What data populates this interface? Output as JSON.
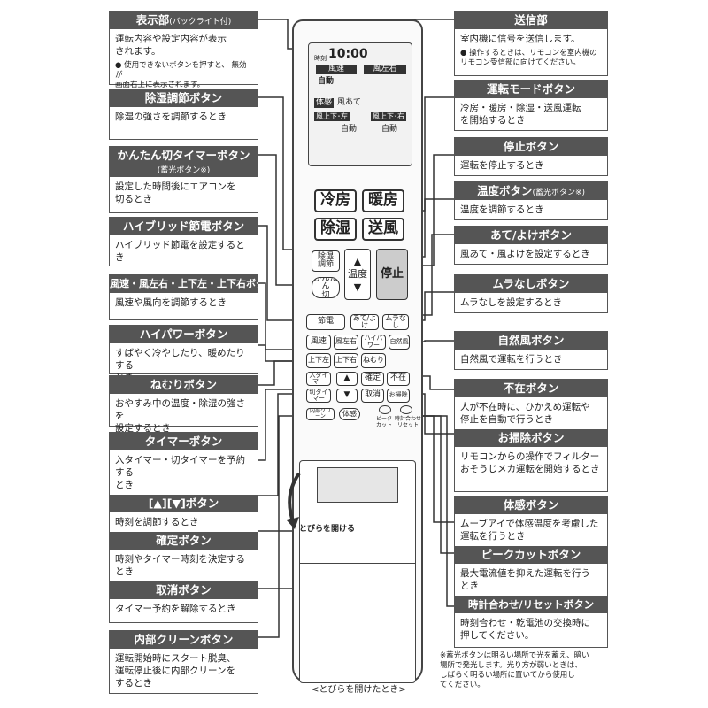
{
  "cards": {
    "display": {
      "title": "表示部",
      "title_sub": "(バックライト付)",
      "body": "運転内容や設定内容が表示\nされます。",
      "note": "● 使用できないボタンを押すと、 無効 が\n   画面右上に表示されます。"
    },
    "dehum": {
      "title": "除湿調節ボタン",
      "body": "除湿の強さを調節するとき"
    },
    "easyoff": {
      "title": "かんたん切タイマーボタン",
      "title_sub": "(蓄光ボタン※)",
      "body": "設定した時間後にエアコンを\n切るとき"
    },
    "hybrid": {
      "title": "ハイブリッド節電ボタン",
      "body": "ハイブリッド節電を設定するとき"
    },
    "fan": {
      "title": "風速・風左右・上下左・上下右ボタン",
      "body": "風速や風向を調節するとき"
    },
    "hipower": {
      "title": "ハイパワーボタン",
      "body": "すばやく冷やしたり、暖めたりする\nとき"
    },
    "sleep": {
      "title": "ねむりボタン",
      "body": "おやすみ中の温度・除湿の強さを\n設定するとき"
    },
    "timer": {
      "title": "タイマーボタン",
      "body": "入タイマー・切タイマーを予約する\nとき"
    },
    "updown": {
      "title": "[▲][▼]ボタン",
      "body": "時刻を調節するとき"
    },
    "confirm": {
      "title": "確定ボタン",
      "body": "時刻やタイマー時刻を決定するとき"
    },
    "cancel": {
      "title": "取消ボタン",
      "body": "タイマー予約を解除するとき"
    },
    "clean": {
      "title": "内部クリーンボタン",
      "body": "運転開始時にスタート脱臭、\n運転停止後に内部クリーンを\nするとき"
    },
    "send": {
      "title": "送信部",
      "body": "室内機に信号を送信します。",
      "note": "● 操作するときは、リモコンを室内機の\n   リモコン受信部に向けてください。"
    },
    "mode": {
      "title": "運転モードボタン",
      "body": "冷房・暖房・除湿・送風運転\nを開始するとき"
    },
    "stop": {
      "title": "停止ボタン",
      "body": "運転を停止するとき"
    },
    "temp": {
      "title": "温度ボタン",
      "title_sub": "(蓄光ボタン※)",
      "body": "温度を調節するとき"
    },
    "ateyoke": {
      "title": "あて/よけボタン",
      "body": "風あて・風よけを設定するとき"
    },
    "muranashi": {
      "title": "ムラなしボタン",
      "body": "ムラなしを設定するとき"
    },
    "natural": {
      "title": "自然風ボタン",
      "body": "自然風で運転を行うとき"
    },
    "absent": {
      "title": "不在ボタン",
      "body": "人が不在時に、ひかえめ運転や\n停止を自動で行うとき"
    },
    "filter": {
      "title": "お掃除ボタン",
      "body": "リモコンからの操作でフィルター\nおそうじメカ運転を開始するとき"
    },
    "feel": {
      "title": "体感ボタン",
      "body": "ムーブアイで体感温度を考慮した\n運転を行うとき"
    },
    "peak": {
      "title": "ピークカットボタン",
      "body": "最大電流値を抑えた運転を行う\nとき"
    },
    "reset": {
      "title": "時計合わせ/リセットボタン",
      "body": "時刻合わせ・乾電池の交換時に\n押してください。"
    }
  },
  "footnote": "※蓄光ボタンは明るい場所で光を蓄え、暗い\n  場所で発光します。光り方が弱いときは、\n  しばらく明るい場所に置いてから使用し\n  てください。",
  "caption": "<とびらを開けたとき>",
  "door_label": "とびらを開ける",
  "remote": {
    "lcd": {
      "time_label": "時刻",
      "time": "10:00",
      "fan_speed": "風速",
      "fan_lr": "風左右",
      "auto": "自動",
      "taikan": "体感",
      "fuzu": "風あて",
      "lower_left": "風上下･左",
      "lower_right": "風上下･右",
      "auto2": "自動",
      "auto3": "自動"
    },
    "mode_buttons": [
      "冷房",
      "暖房",
      "除湿",
      "送風"
    ],
    "dehum_btn": "除湿\n調節",
    "easyoff_btn": "かんたん\n切",
    "temp_btn": "温度",
    "stop_btn": "停止",
    "setsuden": "節電",
    "ateyoke": "あて/よけ",
    "muranashi": "ムラなし",
    "fusoku": "風速",
    "fusayu": "風左右",
    "hipower": "ハイパワー",
    "shizen": "自然風",
    "jouge_l": "上下左",
    "jouge_r": "上下右",
    "nemuri": "ねむり",
    "iri": "入タイマー",
    "kiri": "切タイマー",
    "kakutei": "確定",
    "fuzai": "不在",
    "torikeshi": "取消",
    "osouji": "お掃除",
    "naibu": "内部クリーン",
    "taikan": "体感",
    "peak": "ピーク\nカット",
    "reset": "時計合わせ\nリセット"
  }
}
